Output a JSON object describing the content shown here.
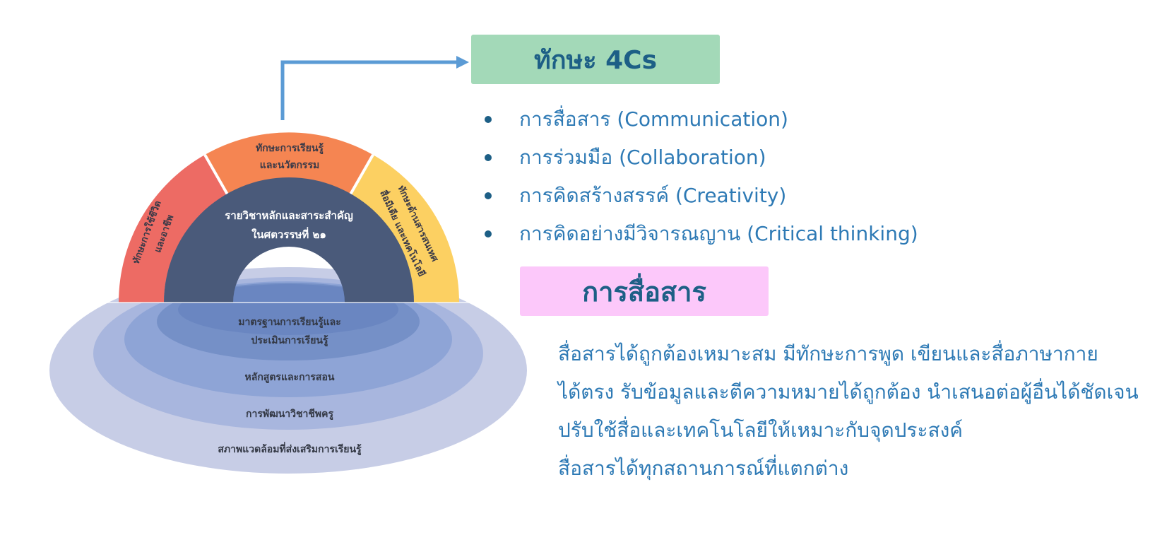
{
  "colors": {
    "title_box_bg": "#a3d9b8",
    "title_text": "#1d5f86",
    "bullet_text": "#2e7ab5",
    "bullet_dot": "#1d5f86",
    "sub_box_bg": "#fcc8fa",
    "sub_text": "#1d5f86",
    "desc_text": "#2e7ab5",
    "arrow": "#5b9bd5",
    "arc_red": "#ed6b64",
    "arc_orange": "#f58552",
    "arc_yellow": "#fcd062",
    "arc_inner": "#4a5a7a",
    "ellipse_outer": "#c7cde6",
    "ellipse_2": "#a8b6de",
    "ellipse_3": "#8ea4d6",
    "ellipse_4": "#7590c7",
    "ellipse_5": "#6a86c1",
    "arc_label": "#3a3a48",
    "inner_label": "#ffffff",
    "ellipse_label": "#333844"
  },
  "diagram": {
    "arc_left": [
      "ทักษะการใช้ชีวิต",
      "และอาชีพ"
    ],
    "arc_top": [
      "ทักษะการเรียนรู้",
      "และนวัตกรรม"
    ],
    "arc_right": [
      "ทักษะด้านสารสนเทศ",
      "สื่อมีเดีย และเทคโนโลยี"
    ],
    "inner_arc": [
      "รายวิชาหลักและสาระสำคัญ",
      "ในศตวรรษที่ ๒๑"
    ],
    "layer_1": [
      "มาตรฐานการเรียนรู้และ",
      "ประเมินการเรียนรู้"
    ],
    "layer_2": "หลักสูตรและการสอน",
    "layer_3": "การพัฒนาวิชาชีพครู",
    "layer_4": "สภาพแวดล้อมที่ส่งเสริมการเรียนรู้"
  },
  "title": "ทักษะ 4Cs",
  "bullets": [
    "การสื่อสาร (Communication)",
    "การร่วมมือ (Collaboration)",
    "การคิดสร้างสรรค์ (Creativity)",
    "การคิดอย่างมีวิจารณญาน (Critical thinking)"
  ],
  "subtitle": "การสื่อสาร",
  "description": [
    "สื่อสารได้ถูกต้องเหมาะสม มีทักษะการพูด เขียนและสื่อภาษากาย",
    "ได้ตรง รับข้อมูลและตีความหมายได้ถูกต้อง นำเสนอต่อผู้อื่นได้ชัดเจน",
    "ปรับใช้สื่อและเทคโนโลยีให้เหมาะกับจุดประสงค์",
    "สื่อสารได้ทุกสถานการณ์ที่แตกต่าง"
  ]
}
